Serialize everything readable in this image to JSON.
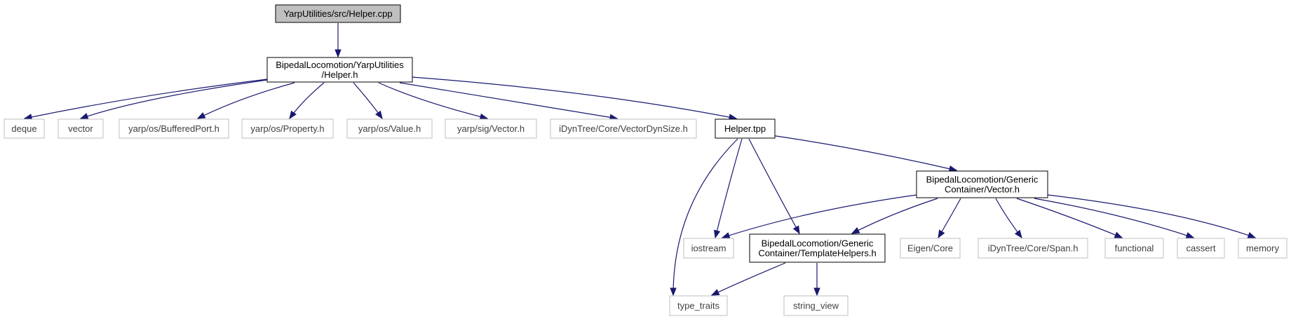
{
  "diagram": {
    "colors": {
      "edge": "#191970",
      "root_fill": "#bfbfbf",
      "internal_border": "#000000",
      "external_border": "#bfbfbf"
    },
    "nodes": [
      {
        "id": "helper_cpp",
        "lines": [
          "YarpUtilities/src/Helper.cpp"
        ],
        "kind": "root"
      },
      {
        "id": "helper_h",
        "lines": [
          "BipedalLocomotion/YarpUtilities",
          "/Helper.h"
        ],
        "kind": "internal"
      },
      {
        "id": "deque",
        "lines": [
          "deque"
        ],
        "kind": "external"
      },
      {
        "id": "vector",
        "lines": [
          "vector"
        ],
        "kind": "external"
      },
      {
        "id": "bufferedport",
        "lines": [
          "yarp/os/BufferedPort.h"
        ],
        "kind": "external"
      },
      {
        "id": "property",
        "lines": [
          "yarp/os/Property.h"
        ],
        "kind": "external"
      },
      {
        "id": "value",
        "lines": [
          "yarp/os/Value.h"
        ],
        "kind": "external"
      },
      {
        "id": "sigvector",
        "lines": [
          "yarp/sig/Vector.h"
        ],
        "kind": "external"
      },
      {
        "id": "vectordynsize",
        "lines": [
          "iDynTree/Core/VectorDynSize.h"
        ],
        "kind": "external"
      },
      {
        "id": "helper_tpp",
        "lines": [
          "Helper.tpp"
        ],
        "kind": "internal"
      },
      {
        "id": "gc_vector",
        "lines": [
          "BipedalLocomotion/Generic",
          "Container/Vector.h"
        ],
        "kind": "internal"
      },
      {
        "id": "iostream",
        "lines": [
          "iostream"
        ],
        "kind": "external"
      },
      {
        "id": "templatehelpers",
        "lines": [
          "BipedalLocomotion/Generic",
          "Container/TemplateHelpers.h"
        ],
        "kind": "internal"
      },
      {
        "id": "eigencore",
        "lines": [
          "Eigen/Core"
        ],
        "kind": "external"
      },
      {
        "id": "span",
        "lines": [
          "iDynTree/Core/Span.h"
        ],
        "kind": "external"
      },
      {
        "id": "functional",
        "lines": [
          "functional"
        ],
        "kind": "external"
      },
      {
        "id": "cassert",
        "lines": [
          "cassert"
        ],
        "kind": "external"
      },
      {
        "id": "memory",
        "lines": [
          "memory"
        ],
        "kind": "external"
      },
      {
        "id": "type_traits",
        "lines": [
          "type_traits"
        ],
        "kind": "external"
      },
      {
        "id": "string_view",
        "lines": [
          "string_view"
        ],
        "kind": "external"
      }
    ],
    "edges": [
      {
        "from": "helper_cpp",
        "to": "helper_h"
      },
      {
        "from": "helper_h",
        "to": "deque"
      },
      {
        "from": "helper_h",
        "to": "vector"
      },
      {
        "from": "helper_h",
        "to": "bufferedport"
      },
      {
        "from": "helper_h",
        "to": "property"
      },
      {
        "from": "helper_h",
        "to": "value"
      },
      {
        "from": "helper_h",
        "to": "sigvector"
      },
      {
        "from": "helper_h",
        "to": "vectordynsize"
      },
      {
        "from": "helper_h",
        "to": "helper_tpp"
      },
      {
        "from": "helper_tpp",
        "to": "gc_vector"
      },
      {
        "from": "helper_tpp",
        "to": "iostream"
      },
      {
        "from": "helper_tpp",
        "to": "templatehelpers"
      },
      {
        "from": "helper_tpp",
        "to": "type_traits"
      },
      {
        "from": "gc_vector",
        "to": "iostream"
      },
      {
        "from": "gc_vector",
        "to": "templatehelpers"
      },
      {
        "from": "gc_vector",
        "to": "eigencore"
      },
      {
        "from": "gc_vector",
        "to": "span"
      },
      {
        "from": "gc_vector",
        "to": "functional"
      },
      {
        "from": "gc_vector",
        "to": "cassert"
      },
      {
        "from": "gc_vector",
        "to": "memory"
      },
      {
        "from": "templatehelpers",
        "to": "type_traits"
      },
      {
        "from": "templatehelpers",
        "to": "string_view"
      }
    ]
  }
}
